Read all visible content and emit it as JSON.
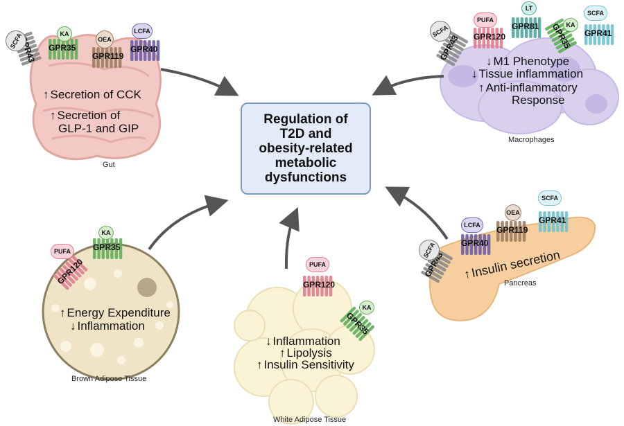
{
  "center": {
    "title": "Regulation of\nT2D and\nobesity-related\nmetabolic\ndysfunctions"
  },
  "gut": {
    "caption": "Gut",
    "effects": [
      "Secretion of CCK",
      "Secretion of",
      "GLP-1 and GIP"
    ],
    "receptors": [
      "GPR43",
      "GPR35",
      "GPR119",
      "GPR40"
    ],
    "ligands": [
      "SCFA",
      "KA",
      "OEA",
      "LCFA"
    ],
    "colors": {
      "tissue": "#f2c9c4",
      "outline": "#e0a7a0"
    }
  },
  "macrophages": {
    "caption": "Macrophages",
    "effects": [
      "M1 Phenotype",
      "Tissue inflammation",
      "Anti-inflammatory",
      "Response"
    ],
    "receptors": [
      "GPR43",
      "GPR120",
      "GPR81",
      "GPR35",
      "GPR41"
    ],
    "ligands": [
      "SCFA",
      "PUFA",
      "LT",
      "KA",
      "SCFA"
    ],
    "colors": {
      "tissue": "#d9d0ee",
      "nucleus": "#c3b8e3"
    }
  },
  "brown_adipose": {
    "caption": "Brown Adipose Tissue",
    "effects": [
      "Energy Expenditure",
      "Inflammation"
    ],
    "receptors": [
      "GPR120",
      "GPR35"
    ],
    "ligands": [
      "PUFA",
      "KA"
    ],
    "colors": {
      "tissue": "#efe5c6",
      "outline": "#8a7f5e"
    }
  },
  "white_adipose": {
    "caption": "White Adipose Tissue",
    "effects": [
      "Inflammation",
      "Lipolysis",
      "Insulin Sensitivity"
    ],
    "receptors": [
      "GPR120",
      "GPR35"
    ],
    "ligands": [
      "PUFA",
      "KA"
    ],
    "colors": {
      "tissue": "#fbf3d6",
      "outline": "#e8dcb0"
    }
  },
  "pancreas": {
    "caption": "Pancreas",
    "effects": [
      "Insulin secretion"
    ],
    "receptors": [
      "GPR43",
      "GPR40",
      "GPR119",
      "GPR41"
    ],
    "ligands": [
      "SCFA",
      "LCFA",
      "OEA",
      "SCFA"
    ],
    "colors": {
      "tissue": "#f7cf9e",
      "outline": "#e7b57c"
    }
  },
  "receptor_colors": {
    "GPR43": "#8a8a8a",
    "GPR35": "#5fae57",
    "GPR119": "#9b7d62",
    "GPR40": "#6b5fa8",
    "GPR120": "#e07c8f",
    "GPR81": "#4fa6a0",
    "GPR41": "#6fc1d0"
  },
  "arrow_color": "#555555"
}
